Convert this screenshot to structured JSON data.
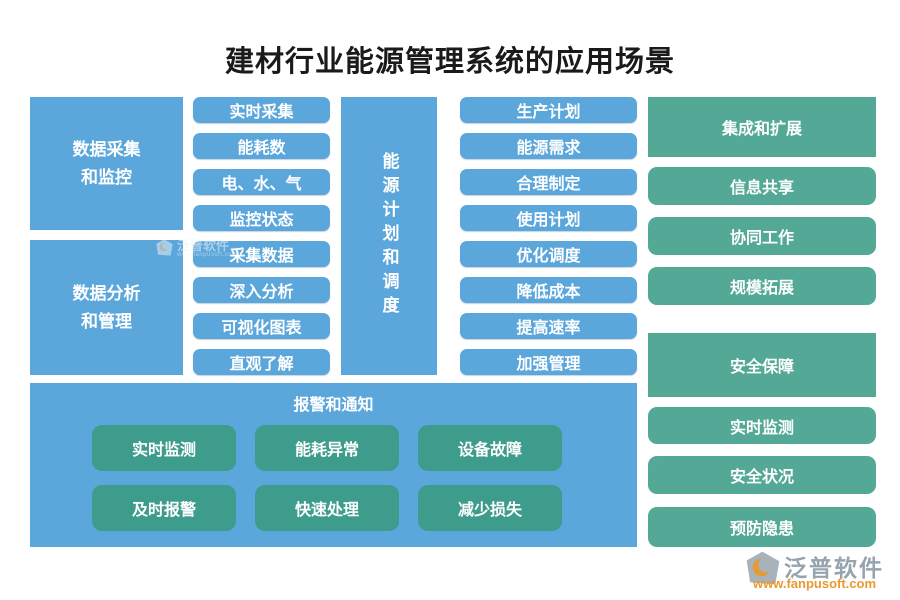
{
  "title": "建材行业能源管理系统的应用场景",
  "left_boxes": [
    {
      "label": "数据采集\n和监控"
    },
    {
      "label": "数据分析\n和管理"
    }
  ],
  "collection_pills": [
    "实时采集",
    "能耗数",
    "电、水、气",
    "监控状态"
  ],
  "analysis_pills": [
    "采集数据",
    "深入分析",
    "可视化图表",
    "直观了解"
  ],
  "planning_box": {
    "label": "能源计划和调度"
  },
  "planning_pills": [
    "生产计划",
    "能源需求",
    "合理制定",
    "使用计划",
    "优化调度",
    "降低成本",
    "提高速率",
    "加强管理"
  ],
  "integration_group": {
    "header": "集成和扩展",
    "items": [
      "信息共享",
      "协同工作",
      "规模拓展"
    ]
  },
  "security_group": {
    "header": "安全保障",
    "items": [
      "实时监测",
      "安全状况",
      "预防隐患"
    ]
  },
  "alarm_group": {
    "header": "报警和通知",
    "buttons": [
      "实时监测",
      "能耗异常",
      "设备故障",
      "及时报警",
      "快速处理",
      "减少损失"
    ]
  },
  "watermark": {
    "text": "泛普软件",
    "subtext": "www.fanpusoft.com"
  },
  "brand": {
    "name": "泛普软件",
    "url": "www.fanpusoft.com"
  },
  "colors": {
    "node_blue": "#5BA6DB",
    "node_green": "#53A896",
    "node_green_dark": "#3D9C8B",
    "title_color": "#1A1A1A",
    "brand_gray": "#97A4AE",
    "brand_orange": "#E8992F"
  }
}
